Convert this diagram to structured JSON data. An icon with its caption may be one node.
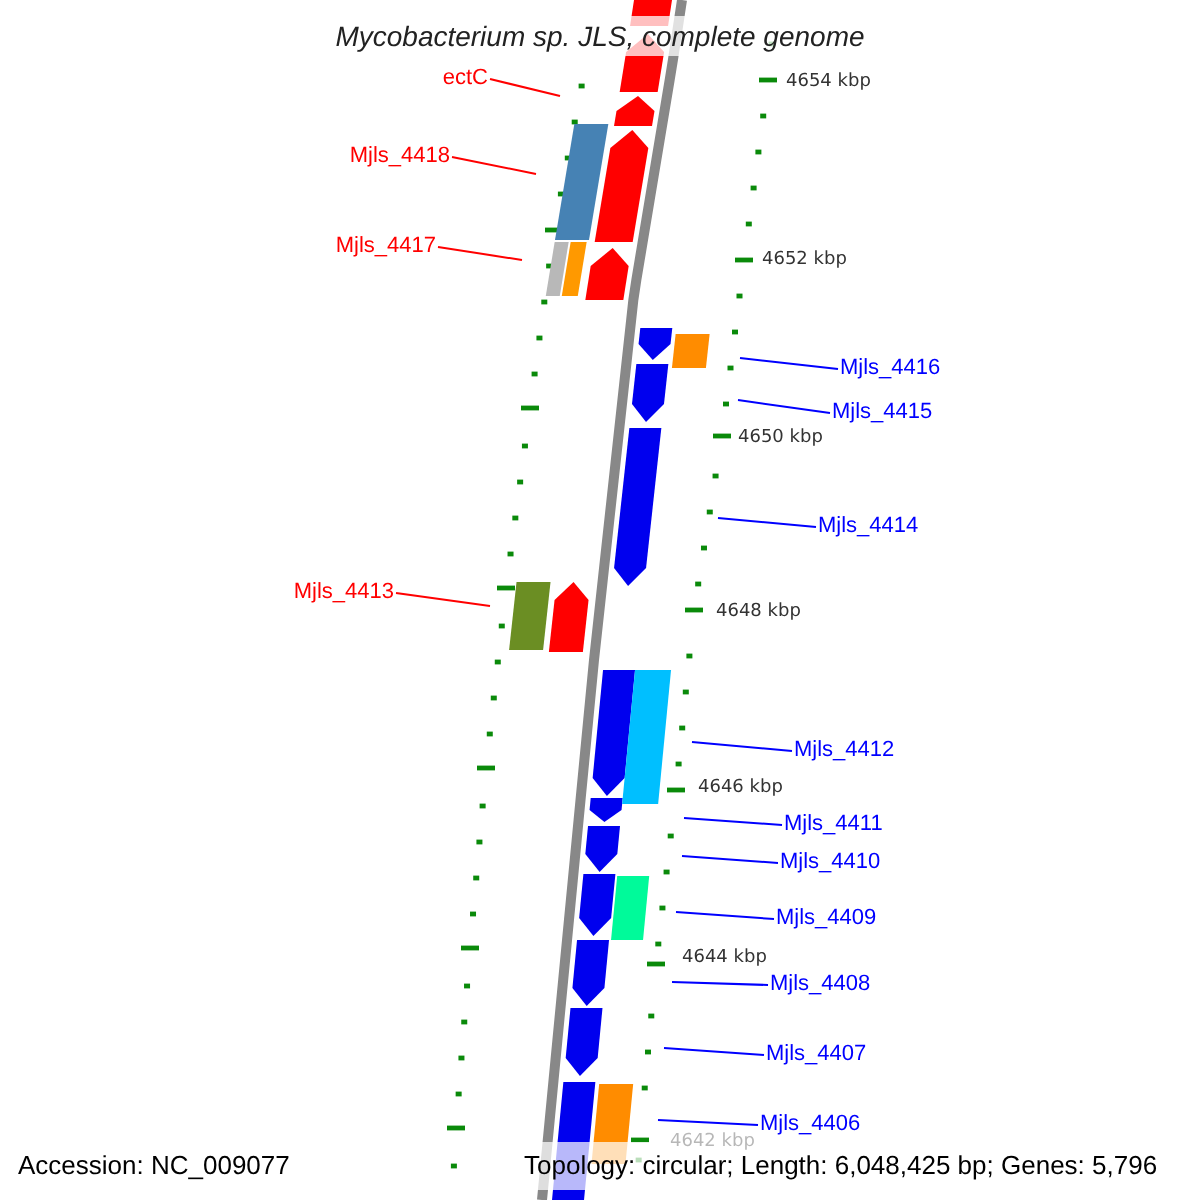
{
  "diagram": {
    "title": "Mycobacterium sp. JLS, complete genome",
    "nodes": [
      {
        "text": [
          "ectC"
        ]
      },
      {
        "text": [
          "Mjls_4418"
        ]
      },
      {
        "text": [
          "Mjls_4417"
        ]
      },
      {
        "text": [
          "Mjls_4416"
        ]
      },
      {
        "text": [
          "Mjls_4415"
        ]
      },
      {
        "text": [
          "Mjls_4414"
        ]
      },
      {
        "text": [
          "Mjls_4413"
        ]
      },
      {
        "text": [
          "Mjls_4412"
        ]
      },
      {
        "text": [
          "Mjls_4411"
        ]
      },
      {
        "text": [
          "Mjls_4410"
        ]
      },
      {
        "text": [
          "Mjls_4409"
        ]
      },
      {
        "text": [
          "Mjls_4408"
        ]
      },
      {
        "text": [
          "Mjls_4407"
        ]
      },
      {
        "text": [
          "Mjls_4406"
        ]
      }
    ],
    "edges": [
      {
        "from": 0,
        "to": null,
        "arrow": "none",
        "color": "#ff0000"
      },
      {
        "from": 1,
        "to": null,
        "arrow": "none",
        "color": "#ff0000"
      },
      {
        "from": 2,
        "to": null,
        "arrow": "none",
        "color": "#ff0000"
      },
      {
        "from": 3,
        "to": null,
        "arrow": "none"
      },
      {
        "from": 4,
        "to": null,
        "arrow": "none"
      },
      {
        "from": 5,
        "to": null,
        "arrow": "none"
      },
      {
        "from": 6,
        "to": null,
        "arrow": "none",
        "color": "#ff0000"
      },
      {
        "from": 7,
        "to": null,
        "arrow": "none"
      },
      {
        "from": 8,
        "to": null,
        "arrow": "none"
      },
      {
        "from": 9,
        "to": null,
        "arrow": "none"
      },
      {
        "from": 10,
        "to": null,
        "arrow": "none"
      },
      {
        "from": 11,
        "to": null,
        "arrow": "none"
      },
      {
        "from": 12,
        "to": null,
        "arrow": "none"
      },
      {
        "from": 13,
        "to": null,
        "arrow": "none"
      }
    ],
    "labels": [
      "4654 kbp",
      "4652 kbp",
      "4650 kbp",
      "4648 kbp",
      "4646 kbp",
      "4644 kbp",
      "4642 kbp",
      "Accession: NC_009077",
      "Topology: circular; Length: 6,048,425 bp; Genes: 5,796"
    ]
  }
}
